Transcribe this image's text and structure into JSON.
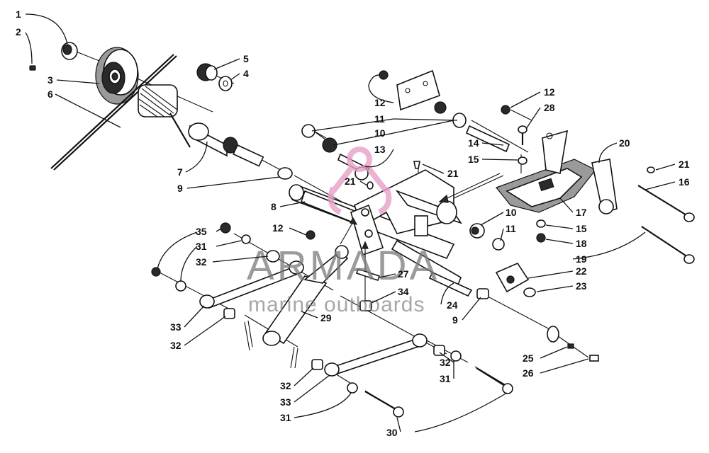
{
  "watermark": {
    "brand": "ARMADA",
    "tagline": "marine outboards",
    "accent_color": "#e8a0c8",
    "text_color": "#7a7a7a",
    "icon": "wrench-propeller-logo"
  },
  "callouts": {
    "c1": "1",
    "c2": "2",
    "c3": "3",
    "c4": "4",
    "c5": "5",
    "c6": "6",
    "c7": "7",
    "c8": "8",
    "c9a": "9",
    "c9b": "9",
    "c10a": "10",
    "c10b": "10",
    "c11a": "11",
    "c11b": "11",
    "c12a": "12",
    "c12b": "12",
    "c12c": "12",
    "c13": "13",
    "c14": "14",
    "c15a": "15",
    "c15b": "15",
    "c16": "16",
    "c17": "17",
    "c18": "18",
    "c19": "19",
    "c20": "20",
    "c21a": "21",
    "c21b": "21",
    "c21c": "21",
    "c22": "22",
    "c23": "23",
    "c24": "24",
    "c25": "25",
    "c26": "26",
    "c27": "27",
    "c28": "28",
    "c29": "29",
    "c30": "30",
    "c31a": "31",
    "c31b": "31",
    "c31c": "31",
    "c32a": "32",
    "c32b": "32",
    "c32c": "32",
    "c32d": "32",
    "c33a": "33",
    "c33b": "33",
    "c34": "34",
    "c35": "35"
  }
}
